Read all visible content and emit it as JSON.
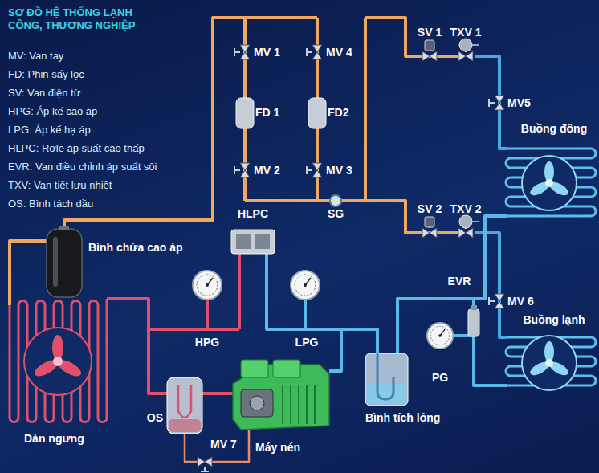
{
  "diagram": {
    "title": "SƠ ĐỒ HỆ THỐNG LẠNH CÔNG, THƯƠNG NGHIỆP",
    "labels": [
      "MV 1",
      "MV 4",
      "FD 1",
      "FD2",
      "MV 2",
      "MV 3",
      "HLPC",
      "SG",
      "SV 1",
      "TXV 1",
      "MV5",
      "Buồng đông",
      "SV 2",
      "TXV 2",
      "EVR",
      "MV 6",
      "Buồng lạnh",
      "Bình chứa cao áp",
      "HPG",
      "LPG",
      "PG",
      "Bình tích lỏng",
      "OS",
      "MV 7",
      "Máy nén",
      "Dàn ngưng"
    ],
    "legend": [
      {
        "text": "MV: Van tay"
      },
      {
        "text": "FD: Phin sấy lọc"
      },
      {
        "text": "SV: Van điện từ"
      },
      {
        "text": "HPG: Áp kế cao áp"
      },
      {
        "text": "LPG: Áp kế hạ áp"
      },
      {
        "text": "HLPC: Rơle áp suất cao thấp"
      },
      {
        "text": "EVR: Van điều chỉnh áp suất sôi"
      },
      {
        "text": "TXV: Van tiết lưu nhiệt"
      },
      {
        "text": "OS: Bình tách dầu"
      }
    ]
  }
}
